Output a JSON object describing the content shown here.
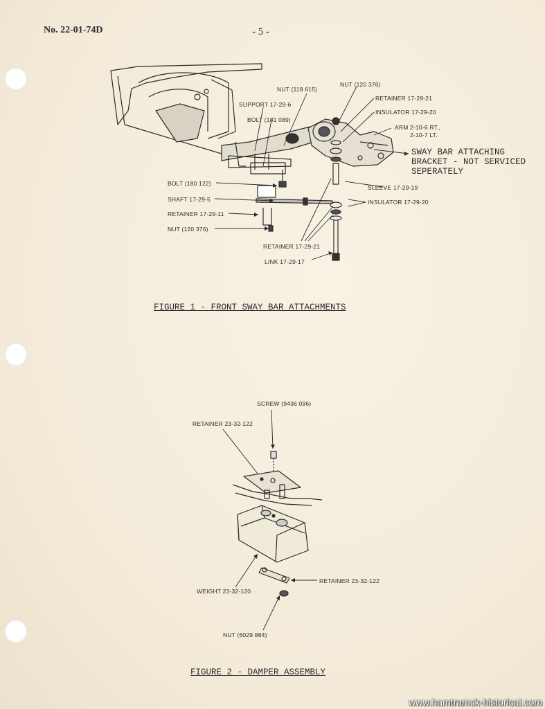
{
  "header": {
    "doc_number": "No. 22-01-74D",
    "page_number": "- 5 -"
  },
  "figure1": {
    "labels": {
      "nut_118615": "NUT (118 615)",
      "nut_120376_top": "NUT (120 376)",
      "support": "SUPPORT 17-29-6",
      "retainer_top": "RETAINER 17-29-21",
      "bolt_181089": "BOLT (181 089)",
      "insulator_top": "INSULATOR 17-29-20",
      "arm_rt": "ARM 2-10-6 RT.,",
      "arm_lt": "2-10-7 LT.",
      "bolt_180122": "BOLT (180 122)",
      "sleeve": "SLEEVE 17-29-19",
      "shaft": "SHAFT 17-29-5",
      "insulator_mid": "INSULATOR 17-29-20",
      "retainer_11": "RETAINER 17-29-11",
      "nut_120376_bottom": "NUT (120 376)",
      "retainer_bottom": "RETAINER 17-29-21",
      "link": "LINK 17-29-17"
    },
    "note": "SWAY BAR ATTACHING\nBRACKET - NOT SERVICED\nSEPERATELY",
    "caption": "FIGURE 1 - FRONT SWAY BAR ATTACHMENTS"
  },
  "figure2": {
    "labels": {
      "screw": "SCREW (9436 096)",
      "retainer_top": "RETAINER 23-32-122",
      "retainer_right": "RETAINER 23-32-122",
      "weight": "WEIGHT 23-32-120",
      "nut": "NUT (6029 884)"
    },
    "caption": "FIGURE 2 - DAMPER ASSEMBLY"
  },
  "watermark": "www.hamtramck-historical.com"
}
